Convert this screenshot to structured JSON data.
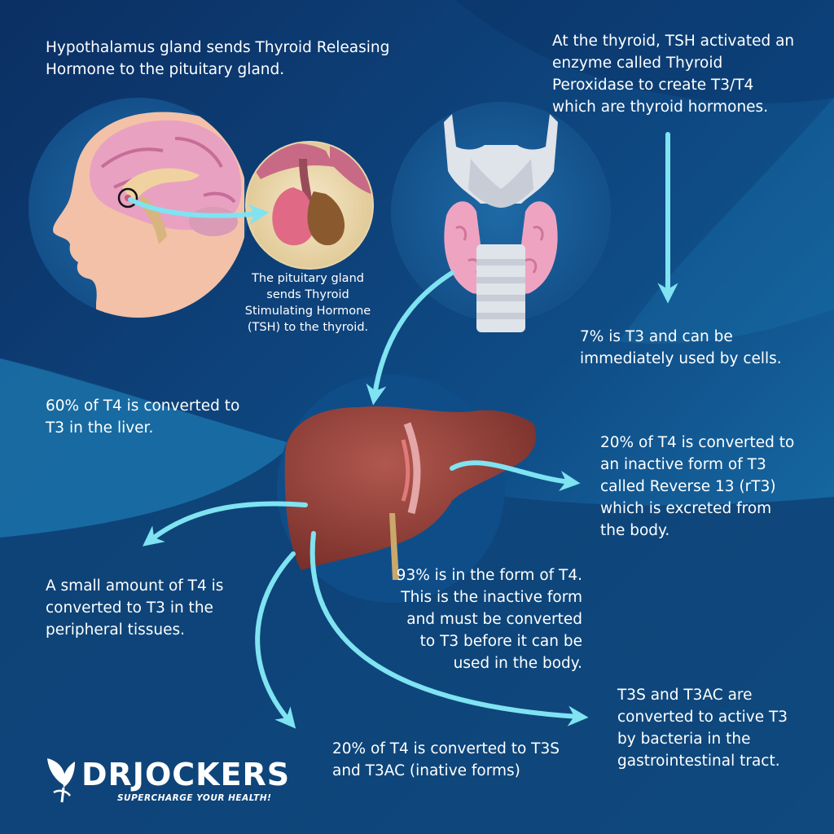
{
  "texts": {
    "hypothalamus": "Hypothalamus gland sends Thyroid Releasing Hormone to the pituitary gland.",
    "pituitary": "The pituitary gland sends Thyroid Stimulating Hormone (TSH) to the thyroid.",
    "thyroid": "At the thyroid, TSH activated an enzyme called Thyroid Peroxidase to create T3/T4 which are thyroid hormones.",
    "t3_seven": "7% is T3 and can be immediately used by cells.",
    "liver_sixty": "60% of T4 is converted to T3 in the liver.",
    "reverse_t3": "20% of T4 is converted to an inactive form of T3 called Reverse 13 (rT3) which is excreted from the body.",
    "peripheral": "A small amount of T4 is converted to T3 in the peripheral tissues.",
    "t4_ninety_three": "93% is in the form of T4. This is the inactive form and must be converted to T3 before it can be used in the body.",
    "t3s_bacteria": "T3S and T3AC are converted to active T3 by bacteria in the gastrointestinal tract.",
    "t3s_twenty": "20% of T4 is converted to T3S and T3AC (inative forms)"
  },
  "logo": {
    "brand": "DRJOCKERS",
    "tagline": "SUPERCHARGE YOUR HEALTH!"
  },
  "icons": [
    "head-brain-illustration",
    "pituitary-gland-illustration",
    "thyroid-gland-illustration",
    "liver-illustration",
    "leaf-logo-icon"
  ],
  "colors": {
    "background_dark": "#0d3f72",
    "background_light": "#1a6ea8",
    "arrow": "#7fe3f2",
    "text": "#ffffff"
  }
}
